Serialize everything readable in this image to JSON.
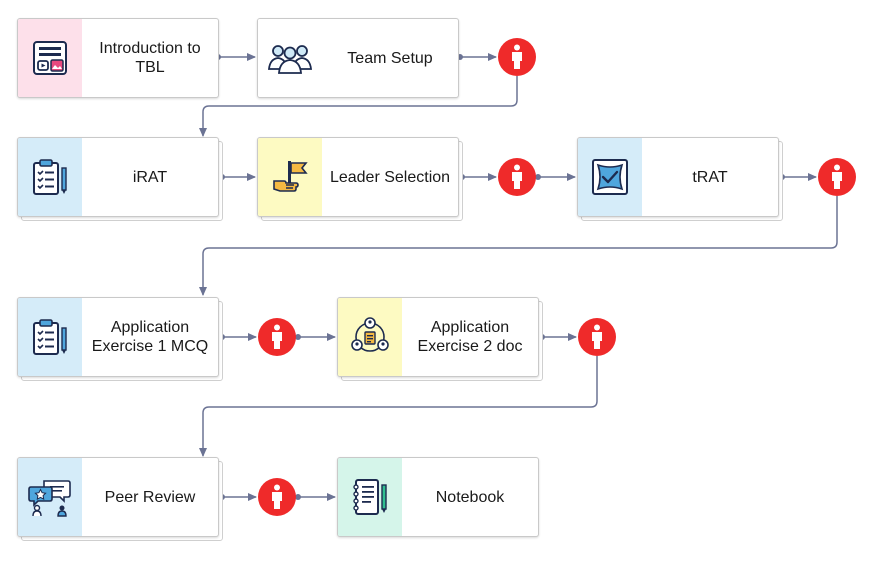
{
  "colors": {
    "pink": "#fde0ea",
    "blue": "#d5ecf9",
    "yellow": "#fdfac2",
    "mint": "#d5f5ea",
    "gate": "#ef2a2a",
    "connector": "#6b7394"
  },
  "nodes": [
    {
      "id": "intro",
      "label": "Introduction to TBL",
      "icon": "media-slides-icon",
      "color": "pink"
    },
    {
      "id": "team",
      "label": "Team Setup",
      "icon": "team-icon",
      "color": "white"
    },
    {
      "id": "irat",
      "label": "iRAT",
      "icon": "clipboard-checklist-icon",
      "color": "blue"
    },
    {
      "id": "leader",
      "label": "Leader Selection",
      "icon": "hand-flag-icon",
      "color": "yellow"
    },
    {
      "id": "trat",
      "label": "tRAT",
      "icon": "ticket-check-icon",
      "color": "blue"
    },
    {
      "id": "ae1",
      "label": "Application Exercise 1 MCQ",
      "icon": "clipboard-checklist-icon",
      "color": "blue"
    },
    {
      "id": "ae2",
      "label": "Application Exercise 2 doc",
      "icon": "collaboration-doc-icon",
      "color": "yellow"
    },
    {
      "id": "peer",
      "label": "Peer Review",
      "icon": "chat-users-icon",
      "color": "blue"
    },
    {
      "id": "notebook",
      "label": "Notebook",
      "icon": "notebook-icon",
      "color": "mint"
    }
  ],
  "gates": [
    {
      "id": "gate-1",
      "icon": "person-icon"
    },
    {
      "id": "gate-2",
      "icon": "person-icon"
    },
    {
      "id": "gate-3",
      "icon": "person-icon"
    },
    {
      "id": "gate-4",
      "icon": "person-icon"
    },
    {
      "id": "gate-5",
      "icon": "person-icon"
    },
    {
      "id": "gate-6",
      "icon": "person-icon"
    }
  ]
}
